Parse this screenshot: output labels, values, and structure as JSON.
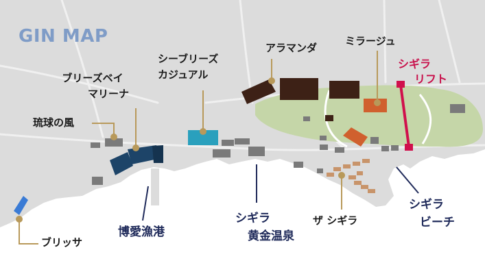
{
  "map_title": "GIN MAP",
  "labels": {
    "brissa": "ブリッサ",
    "ryukyu_no_kaze": "琉球の風",
    "breezebay_line1": "ブリーズベイ",
    "breezebay_line2": "マリーナ",
    "seabreeze_line1": "シーブリーズ",
    "seabreeze_line2": "カジュアル",
    "aramanda": "アラマンダ",
    "mirage": "ミラージュ",
    "lift_line1": "シギラ",
    "lift_line2": "リフト",
    "hakuai_port": "博愛漁港",
    "onsen_line1": "シギラ",
    "onsen_line2": "黄金温泉",
    "the_shigira": "ザ シギラ",
    "beach_line1": "シギラ",
    "beach_line2": "ビーチ"
  },
  "colors": {
    "land": "#dcdcdc",
    "sea": "#ffffff",
    "road": "#f0f0f0",
    "golf_course": "#c5d6a8",
    "leader": "#b8995a",
    "marina_building": "#1d4468",
    "seabreeze_building": "#2aa0bd",
    "brissa_building": "#3a7bd5",
    "hotel_brown": "#3d2116",
    "mirage_orange": "#d0602e",
    "lift_red": "#d0104c",
    "navy_text": "#1f2a5a",
    "title_blue": "#7f9cc7"
  }
}
